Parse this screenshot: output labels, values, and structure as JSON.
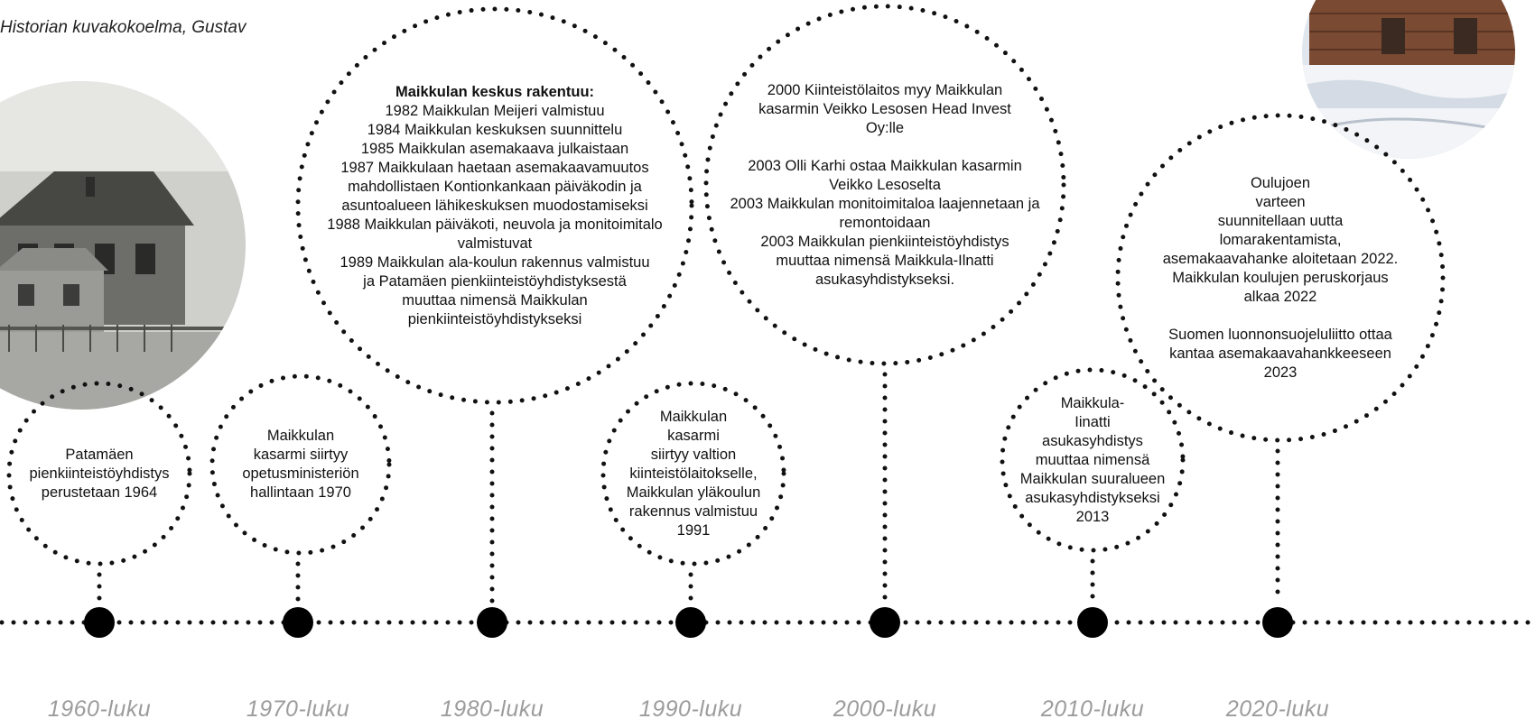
{
  "caption": "Historian kuvakokoelma, Gustav",
  "photos": [
    {
      "name": "photo-old-house",
      "description": "black and white photograph of an old wooden house"
    },
    {
      "name": "photo-winter-building",
      "description": "photograph of a wooden building in snow"
    }
  ],
  "decades": [
    "1960-luku",
    "1970-luku",
    "1980-luku",
    "1990-luku",
    "2000-luku",
    "2010-luku",
    "2020-luku"
  ],
  "events": [
    {
      "id": "1960",
      "lines": [
        "Patamäen",
        "pienkiinteistöyhdistys",
        "perustetaan 1964"
      ]
    },
    {
      "id": "1970",
      "lines": [
        "Maikkulan",
        "kasarmi siirtyy",
        "opetusministeriön",
        "hallintaan 1970"
      ]
    },
    {
      "id": "1980",
      "heading": "Maikkulan keskus rakentuu:",
      "lines": [
        "1982 Maikkulan Meijeri valmistuu",
        "1984 Maikkulan keskuksen suunnittelu",
        "1985 Maikkulan asemakaava julkaistaan",
        "1987 Maikkulaan haetaan asemakaavamuutos",
        "mahdollistaen Kontionkankaan päiväkodin ja",
        "asuntoalueen lähikeskuksen muodostamiseksi",
        "1988  Maikkulan päiväkoti, neuvola ja monitoimitalo",
        "valmistuvat",
        "1989 Maikkulan ala-koulun rakennus valmistuu",
        "ja Patamäen pienkiinteistöyhdistyksestä",
        "muuttaa nimensä Maikkulan",
        "pienkiinteistöyhdistykseksi"
      ]
    },
    {
      "id": "1990",
      "lines": [
        "Maikkulan",
        "kasarmi",
        "siirtyy valtion",
        "kiinteistölaitokselle,",
        "Maikkulan yläkoulun",
        "rakennus valmistuu",
        "1991"
      ]
    },
    {
      "id": "2000",
      "lines": [
        "2000 Kiinteistölaitos myy Maikkulan",
        "kasarmin Veikko Lesosen Head Invest",
        "Oy:lle",
        "",
        "2003 Olli Karhi ostaa Maikkulan kasarmin",
        "Veikko Lesoselta",
        "2003 Maikkulan monitoimitaloa laajennetaan ja",
        "remontoidaan",
        "2003 Maikkulan pienkiinteistöyhdistys",
        "muuttaa nimensä Maikkula-Ilnatti",
        "asukasyhdistykseksi."
      ]
    },
    {
      "id": "2010",
      "lines": [
        "Maikkula-",
        "Iinatti",
        "asukasyhdistys",
        "muuttaa nimensä",
        "Maikkulan suuralueen",
        "asukasyhdistykseksi",
        "2013"
      ]
    },
    {
      "id": "2020",
      "lines": [
        "Oulujoen",
        "varteen",
        "suunnitellaan uutta",
        "lomarakentamista,",
        "asemakaavahanke aloitetaan 2022.",
        "Maikkulan koulujen peruskorjaus",
        "alkaa 2022",
        "",
        "Suomen luonnonsuojeluliitto ottaa",
        "kantaa asemakaavahankkeeseen",
        "2023"
      ]
    }
  ]
}
